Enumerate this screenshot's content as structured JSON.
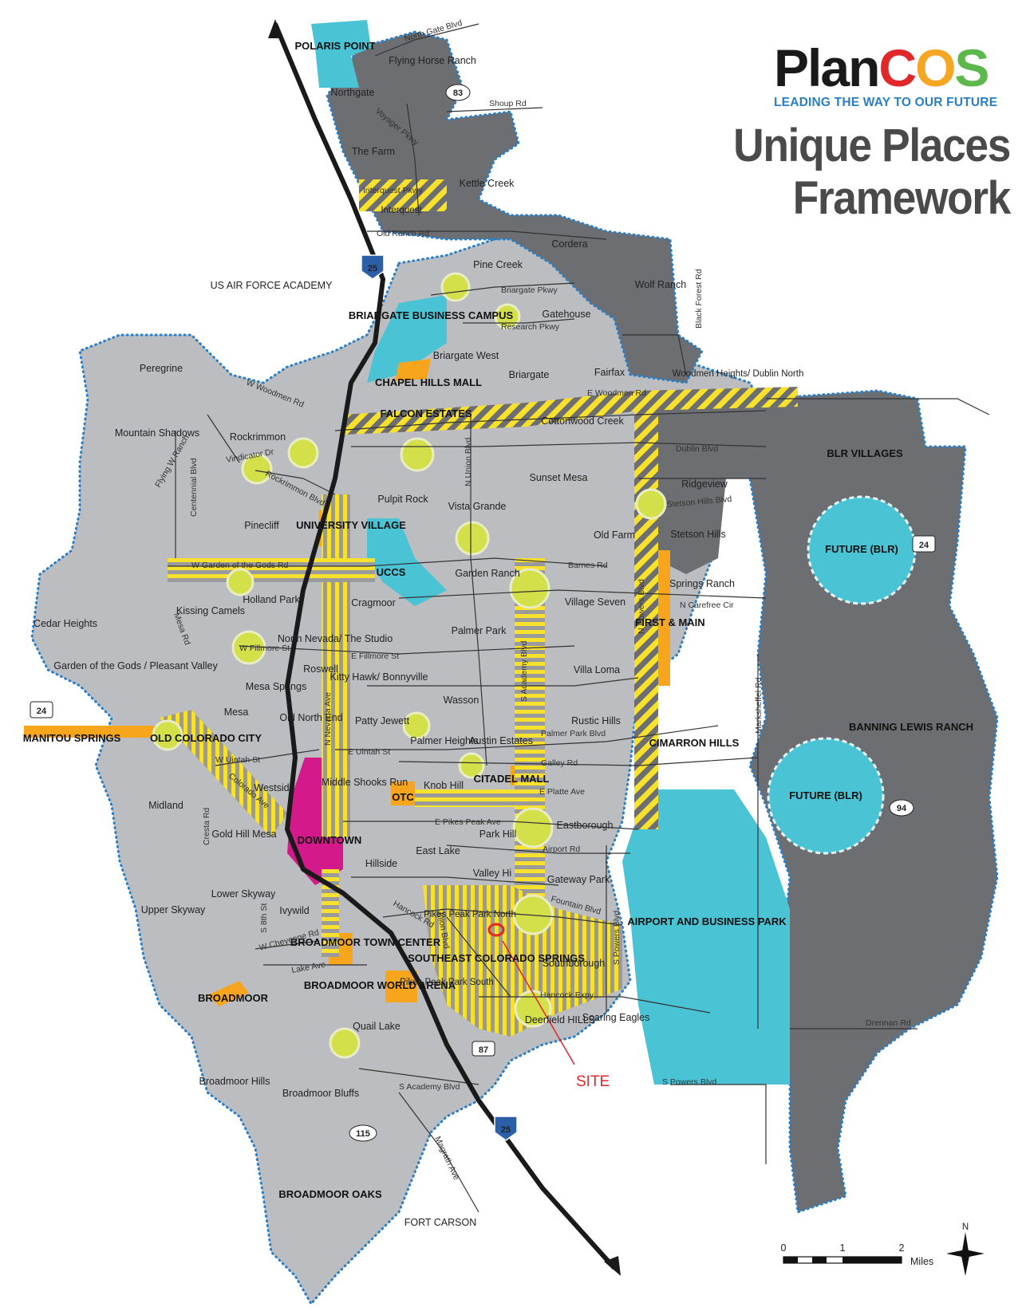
{
  "header": {
    "logo_segments": [
      {
        "text": "Plan",
        "color": "#1a1a1a"
      },
      {
        "text": "C",
        "color": "#e1262c"
      },
      {
        "text": "O",
        "color": "#f5a623"
      },
      {
        "text": "S",
        "color": "#5cb84a"
      }
    ],
    "tagline": "LEADING THE WAY TO OUR FUTURE",
    "title_line1": "Unique Places",
    "title_line2": "Framework"
  },
  "colors": {
    "city_base": "#bcbdc0",
    "new_development": "#6d6e71",
    "boundary_dots": "#2b7fc4",
    "teal_area": "#4ac3d4",
    "downtown": "#d4198b",
    "orange_center": "#f7a51c",
    "corridor_yellow": "#f8e12c",
    "activity_center": "#d4e04a",
    "site_marker": "#e1262c"
  },
  "places": {
    "polaris_point": "POLARIS POINT",
    "flying_horse_ranch": "Flying Horse Ranch",
    "northgate": "Northgate",
    "the_farm": "The Farm",
    "kettle_creek": "Kettle Creek",
    "interquest": "Interquest",
    "cordera": "Cordera",
    "pine_creek": "Pine Creek",
    "wolf_ranch": "Wolf Ranch",
    "us_air_force_academy": "US AIR FORCE ACADEMY",
    "briargate_business_campus": "BRIARGATE BUSINESS CAMPUS",
    "gatehouse": "Gatehouse",
    "briargate_west": "Briargate West",
    "briargate": "Briargate",
    "fairfax": "Fairfax",
    "chapel_hills_mall": "CHAPEL HILLS MALL",
    "woodmen_heights": "Woodmen Heights/ Dublin North",
    "peregrine": "Peregrine",
    "falcon_estates": "FALCON ESTATES",
    "cottonwood_creek": "Cottonwood Creek",
    "mountain_shadows": "Mountain Shadows",
    "rockrimmon": "Rockrimmon",
    "blr_villages": "BLR VILLAGES",
    "ridgeview": "Ridgeview",
    "sunset_mesa": "Sunset Mesa",
    "pulpit_rock": "Pulpit Rock",
    "vista_grande": "Vista Grande",
    "stetson_hills": "Stetson Hills",
    "pinecliff": "Pinecliff",
    "university_village": "UNIVERSITY VILLAGE",
    "old_farm": "Old Farm",
    "future_blr_1": "FUTURE (BLR)",
    "uccs": "UCCS",
    "garden_ranch": "Garden Ranch",
    "springs_ranch": "Springs Ranch",
    "holland_park": "Holland Park",
    "village_seven": "Village Seven",
    "cedar_heights": "Cedar Heights",
    "kissing_camels": "Kissing Camels",
    "cragmoor": "Cragmoor",
    "palmer_park": "Palmer Park",
    "first_and_main": "FIRST & MAIN",
    "north_nevada": "North Nevada/ The Studio",
    "garden_of_gods": "Garden of the Gods / Pleasant Valley",
    "roswell": "Roswell",
    "kitty_hawk": "Kitty Hawk/ Bonnyville",
    "villa_loma": "Villa Loma",
    "mesa_springs": "Mesa Springs",
    "wasson": "Wasson",
    "old_north_end": "Old North End",
    "mesa": "Mesa",
    "rustic_hills": "Rustic Hills",
    "banning_lewis_ranch": "BANNING LEWIS RANCH",
    "manitou_springs": "MANITOU SPRINGS",
    "patty_jewett": "Patty Jewett",
    "palmer_heights": "Palmer Heights",
    "austin_estates": "Austin Estates",
    "cimarron_hills": "CIMARRON HILLS",
    "old_colorado_city": "OLD COLORADO CITY",
    "westside": "Westside",
    "middle_shooks_run": "Middle Shooks Run",
    "knob_hill": "Knob Hill",
    "citadel_mall": "CITADEL MALL",
    "future_blr_2": "FUTURE (BLR)",
    "midland": "Midland",
    "otc": "OTC",
    "eastborough": "Eastborough",
    "gold_hill_mesa": "Gold Hill Mesa",
    "downtown": "DOWNTOWN",
    "park_hill": "Park Hill",
    "east_lake": "East Lake",
    "hillside": "Hillside",
    "valley_hi": "Valley Hi",
    "gateway_park": "Gateway Park",
    "airport_business_park": "AIRPORT AND BUSINESS PARK",
    "upper_skyway": "Upper Skyway",
    "lower_skyway": "Lower Skyway",
    "ivywild": "Ivywild",
    "pikes_peak_park_north": "Pikes Peak Park North",
    "broadmoor_town_center": "BROADMOOR TOWN CENTER",
    "southeast_colorado_springs": "SOUTHEAST COLORADO SPRINGS",
    "southborough": "Southborough",
    "broadmoor": "BROADMOOR",
    "broadmoor_world_arena": "BROADMOOR WORLD ARENA",
    "pikes_peak_park_south": "Pikes Peak Park South",
    "deerfield_hills": "Deerfield HILLS",
    "soaring_eagles": "Soaring Eagles",
    "quail_lake": "Quail Lake",
    "broadmoor_hills": "Broadmoor Hills",
    "broadmoor_bluffs": "Broadmoor Bluffs",
    "broadmoor_oaks": "BROADMOOR OAKS",
    "fort_carson": "FORT CARSON",
    "site": "SITE"
  },
  "roads": {
    "north_gate_blvd": "North Gate Blvd",
    "shoup_rd": "Shoup Rd",
    "voyager_pkwy": "Voyager Pkwy",
    "interquest_pkwy": "Interquest Pkwy",
    "old_ranch_rd": "Old Ranch Rd",
    "briargate_pkwy": "Briargate Pkwy",
    "research_pkwy": "Research Pkwy",
    "black_forest_rd": "Black Forest Rd",
    "w_woodmen_rd": "W Woodmen Rd",
    "e_woodmen_rd": "E Woodmen Rd",
    "dublin_blvd": "Dublin Blvd",
    "vindicator_dr": "Vindicator Dr",
    "flying_w_ranch": "Flying W Ranch",
    "centennial_blvd": "Centennial Blvd",
    "rockrimmon_blvd": "Rockrimmon Blvd",
    "n_union_blvd": "N Union Blvd",
    "stetson_hills_blvd": "Stetson Hills Blvd",
    "w_garden_of_gods_rd": "W Garden of the Gods Rd",
    "barnes_rd": "Barnes Rd",
    "n_powers_blvd": "N Powers Blvd",
    "n_carefree_cir": "N Carefree Cir",
    "mesa_rd": "Mesa Rd",
    "w_fillmore_st": "W Fillmore St",
    "e_fillmore_st": "E Fillmore St",
    "n_academy_blvd": "S Academy Blvd",
    "marksheffel_rd": "Marksheffel Rd",
    "n_nevada_ave": "N Nevada Ave",
    "palmer_park_blvd": "Palmer Park Blvd",
    "e_uintah_st": "E Uintah St",
    "w_uintah_st": "W Uintah St",
    "galley_rd": "Galley Rd",
    "e_platte_ave": "E Platte Ave",
    "colorado_ave": "Colorado Ave",
    "cresta_rd": "Cresta Rd",
    "e_pikes_peak_ave": "E Pikes Peak Ave",
    "airport_rd": "Airport Rd",
    "hancock_rd": "Hancock Rd",
    "union_blvd": "Union Blvd",
    "fountain_blvd": "Fountain Blvd",
    "s_powers_blvd_1": "S Powers Blvd",
    "s_8th_st": "S 8th St",
    "w_cheyenne_rd": "W Cheyenne Rd",
    "lake_ave": "Lake Ave",
    "hancock_expy": "Hancock Expy",
    "drennan_rd": "Drennan Rd",
    "s_academy_blvd": "S Academy Blvd",
    "s_powers_blvd_2": "S Powers Blvd",
    "magrath_ave": "Magrath Ave"
  },
  "shields": {
    "i25_north": "25",
    "i25_south": "25",
    "us24_west": "24",
    "us24_east": "24",
    "sh83": "83",
    "sh94": "94",
    "sh87": "87",
    "sh115": "115"
  },
  "scale": {
    "tick0": "0",
    "tick1": "1",
    "tick2": "2",
    "unit": "Miles",
    "north": "N"
  }
}
